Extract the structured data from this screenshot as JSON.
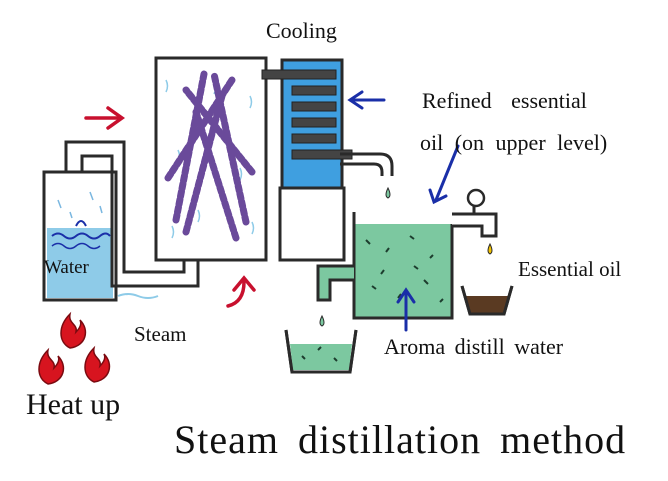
{
  "labels": {
    "cooling": "Cooling",
    "refined_line1": "Refined essential",
    "refined_line2": "oil (on upper level)",
    "water": "Water",
    "essential_oil": "Essential oil",
    "steam": "Steam",
    "aroma": "Aroma distill water",
    "heat": "Heat up",
    "title": "Steam distillation method"
  },
  "colors": {
    "outline": "#2a2a2a",
    "arrow_red": "#c8102e",
    "arrow_blue": "#1a2fa8",
    "water_blue": "#8ecbe8",
    "condenser_blue": "#3f9fe0",
    "separator_green": "#7cc8a0",
    "lavender": "#6a4a9a",
    "flame_red": "#d7141f"
  }
}
